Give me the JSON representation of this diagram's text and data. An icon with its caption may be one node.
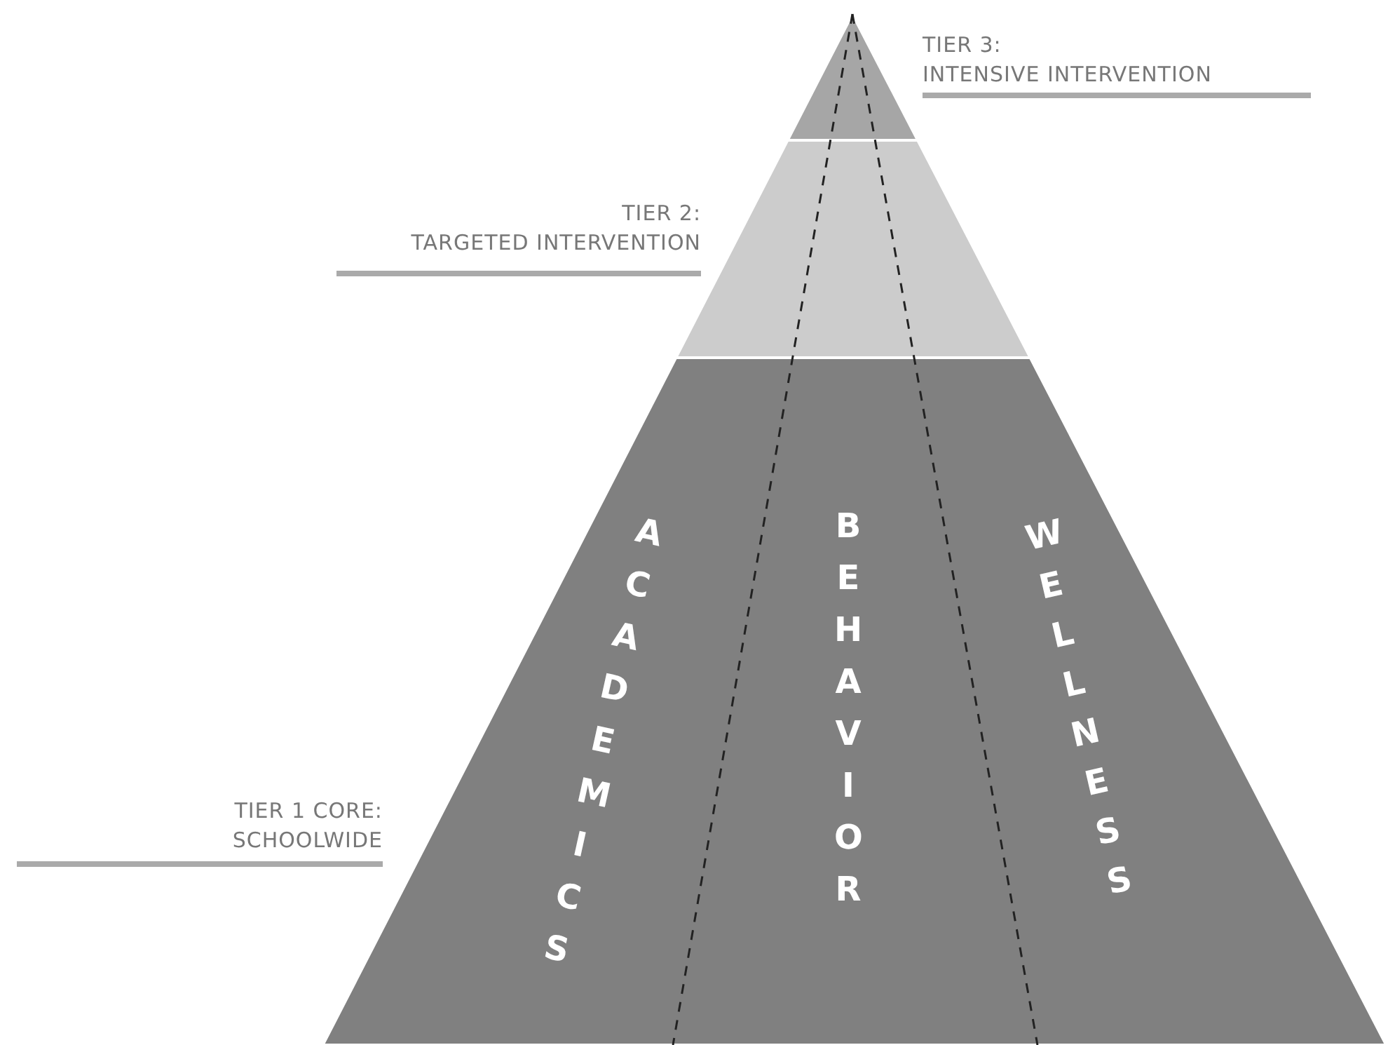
{
  "diagram": {
    "nodes": [
      {
        "text": [],
        "shape": "triangle",
        "beside": [
          "TIER 3:",
          "INTENSIVE INTERVENTION"
        ]
      },
      {
        "text": [],
        "shape": "band",
        "beside": [
          "TIER 2:",
          "TARGETED INTERVENTION"
        ]
      },
      {
        "text": [],
        "shape": "band",
        "beside": [
          "TIER 1 CORE:",
          "SCHOOLWIDE"
        ]
      }
    ],
    "edges": [],
    "labels": [
      "ACADEMICS",
      "BEHAVIOR",
      "WELLNESS"
    ]
  }
}
